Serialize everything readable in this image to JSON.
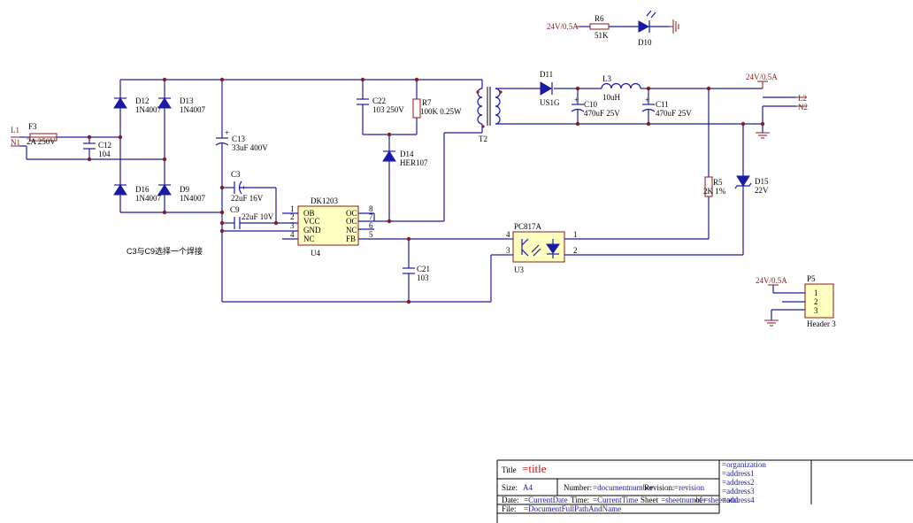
{
  "labels": {
    "r6_net": "24V/0.5A",
    "r6_ref": "R6",
    "r6_val": "51K",
    "d10_ref": "D10",
    "l1": "L1",
    "n1": "N1",
    "f3_ref": "F3",
    "f3_val": "2A 250V",
    "c12_ref": "C12",
    "c12_val": "104",
    "d12_ref": "D12",
    "d12_val": "1N4007",
    "d13_ref": "D13",
    "d13_val": "1N4007",
    "d16_ref": "D16",
    "d16_val": "1N4007",
    "d9_ref": "D9",
    "d9_val": "1N4007",
    "c13_ref": "C13",
    "c13_val": "33uF 400V",
    "c3_ref": "C3",
    "c3_val": "22uF 16V",
    "c9_ref": "C9",
    "c9_val": "22uF 10V",
    "c22_ref": "C22",
    "c22_val": "103 250V",
    "r7_ref": "R7",
    "r7_val": "100K 0.25W",
    "d14_ref": "D14",
    "d14_val": "HER107",
    "t2_ref": "T2",
    "d11_ref": "D11",
    "d11_val": "US1G",
    "l3_ref": "L3",
    "l3_val": "10uH",
    "c10_ref": "C10",
    "c10_val": "470uF 25V",
    "c11_ref": "C11",
    "c11_val": "470uF 25V",
    "out_net": "24V/0.5A",
    "l2": "L2",
    "n2": "N2",
    "r5_ref": "R5",
    "r5_val": "2K 1%",
    "d15_ref": "D15",
    "d15_val": "22V",
    "u4_name": "DK1203",
    "u4_ref": "U4",
    "u4_pins_left": [
      "OB",
      "VCC",
      "GND",
      "NC"
    ],
    "u4_nums_left": [
      "1",
      "2",
      "3",
      "4"
    ],
    "u4_pins_right": [
      "OC",
      "OC",
      "NC",
      "FB"
    ],
    "u4_nums_right": [
      "8",
      "7",
      "6",
      "5"
    ],
    "c21_ref": "C21",
    "c21_val": "103",
    "u3_name": "PC817A",
    "u3_ref": "U3",
    "u3_p4": "4",
    "u3_p3": "3",
    "u3_p1": "1",
    "u3_p2": "2",
    "note": "C3与C9选择一个焊接",
    "p5_net": "24V/0.5A",
    "p5_ref": "P5",
    "p5_val": "Header 3",
    "p5_pins": [
      "1",
      "2",
      "3"
    ]
  },
  "title_block": {
    "title_label": "Title",
    "title_value": "=title",
    "size_label": "Size:",
    "size_value": "A4",
    "number_label": "Number:",
    "number_value": "=documentnumber",
    "revision_label": "Revision:",
    "revision_value": "=revision",
    "date_label": "Date:",
    "date_value": "=CurrentDate",
    "time_label": "Time:",
    "time_value": "=CurrentTime",
    "sheet_label": "Sheet",
    "sheet_value": "=sheetnumber",
    "of_label": "of",
    "of_value": "=sheettotal",
    "file_label": "File:",
    "file_value": "=DocumentFullPathAndName",
    "org": [
      "=organization",
      "=address1",
      "=address2",
      "=address3",
      "=address4"
    ]
  },
  "colors": {
    "wire": "#1a1aa8",
    "component": "#8b1a1a",
    "chip_fill": "#ffffc0",
    "title": "#c01010"
  }
}
